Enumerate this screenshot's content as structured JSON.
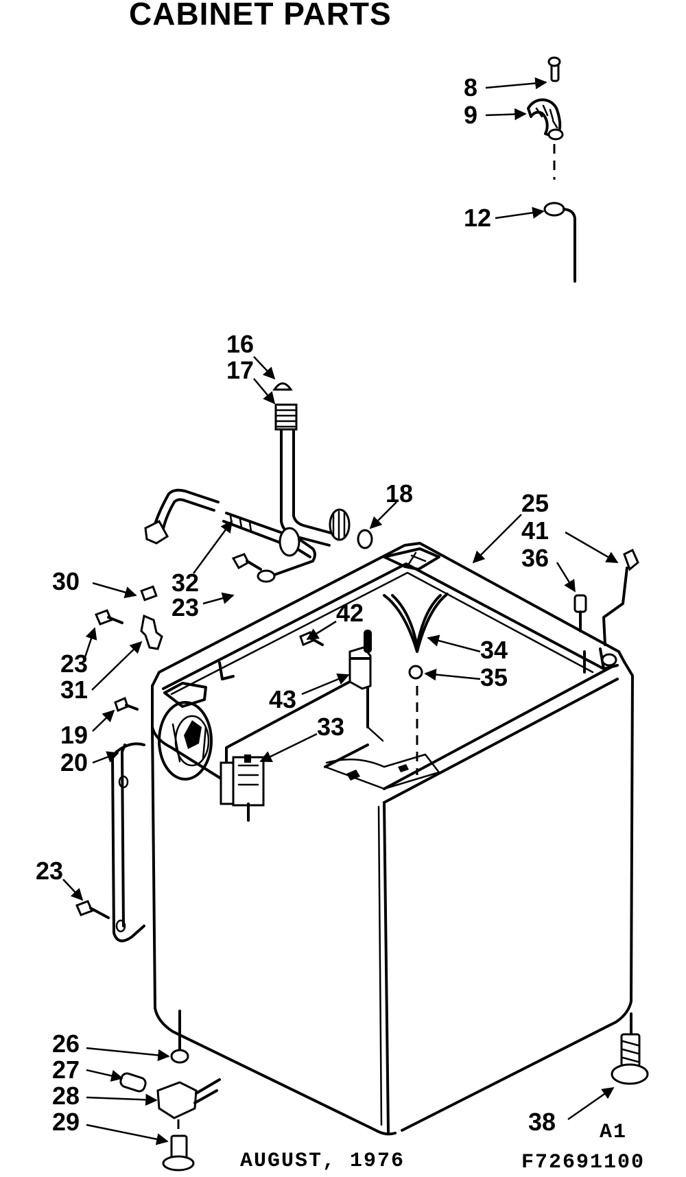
{
  "title": "CABINET PARTS",
  "callouts": {
    "c8a": "8",
    "c9": "9",
    "c12": "12",
    "c16": "16",
    "c17": "17",
    "c18": "18",
    "c25": "25",
    "c41": "41",
    "c36": "36",
    "c30": "30",
    "c32": "32",
    "c23a": "23",
    "c42": "42",
    "c23b": "23",
    "c31": "31",
    "c34": "34",
    "c35": "35",
    "c43": "43",
    "c19": "19",
    "c20": "20",
    "c33": "33",
    "c23c": "23",
    "c26": "26",
    "c27": "27",
    "c28": "28",
    "c29": "29",
    "c38": "38"
  },
  "footer": {
    "date": "AUGUST, 1976",
    "sheet": "A1",
    "part_number": "F72691100"
  }
}
